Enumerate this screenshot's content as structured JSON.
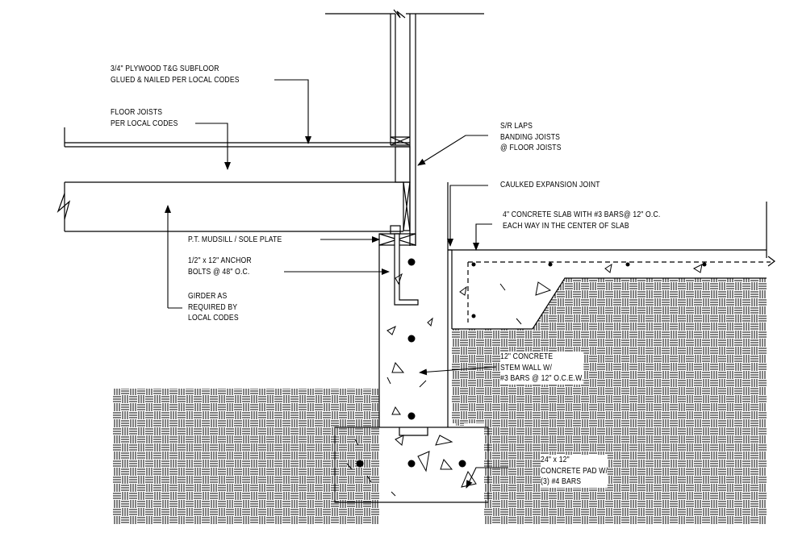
{
  "labels": {
    "subfloor": [
      "3/4\" PLYWOOD T&G SUBFLOOR",
      "GLUED & NAILED PER LOCAL CODES"
    ],
    "floor_joists": [
      "FLOOR JOISTS",
      "PER LOCAL CODES"
    ],
    "sr_laps": [
      "S/R LAPS",
      "BANDING JOISTS",
      "@ FLOOR JOISTS"
    ],
    "expansion_joint": [
      "CAULKED EXPANSION JOINT"
    ],
    "slab": [
      "4\" CONCRETE SLAB WITH #3 BARS@ 12\" O.C.",
      "EACH WAY IN THE CENTER OF SLAB"
    ],
    "mudsill": [
      "P.T. MUDSILL / SOLE PLATE"
    ],
    "anchor_bolts": [
      "1/2\" x 12\" ANCHOR",
      "BOLTS @ 48\" O.C."
    ],
    "girder": [
      "GIRDER AS",
      "REQUIRED BY",
      "LOCAL CODES"
    ],
    "stem_wall": [
      "12\" CONCRETE",
      "STEM WALL W/",
      "#3 BARS @ 12\" O.C.E.W."
    ],
    "concrete_pad": [
      "24\" x 12\"",
      "CONCRETE PAD W/",
      "(3) #4 BARS"
    ]
  }
}
